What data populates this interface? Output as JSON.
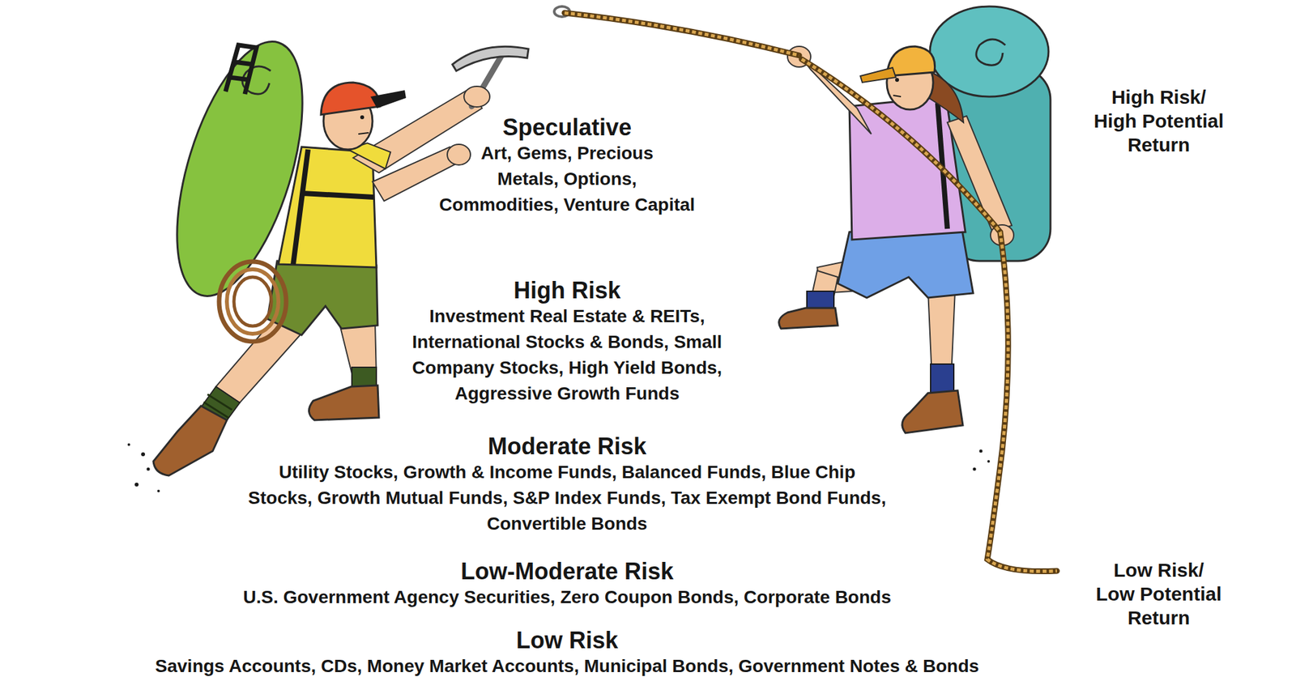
{
  "diagram": {
    "nodes": [
      {
        "text": [
          "Speculative",
          "Art, Gems, Precious Metals, Options, Commodities, Venture Capital"
        ]
      },
      {
        "text": [
          "High Risk",
          "Investment Real Estate & REITs, International Stocks & Bonds, Small Company Stocks, High Yield Bonds, Aggressive Growth Funds"
        ]
      },
      {
        "text": [
          "Moderate Risk",
          "Utility Stocks, Growth & Income Funds, Balanced Funds, Blue Chip Stocks, Growth Mutual Funds, S&P Index Funds, Tax Exempt Bond Funds, Convertible Bonds"
        ]
      },
      {
        "text": [
          "Low-Moderate Risk",
          "U.S. Government Agency Securities, Zero Coupon Bonds, Corporate Bonds"
        ]
      },
      {
        "text": [
          "Low Risk",
          "Savings Accounts, CDs, Money Market Accounts, Municipal Bonds, Government Notes & Bonds"
        ]
      },
      {
        "text": [
          "High Risk/ High Potential Return",
          "Low Risk/ Low Potential Return"
        ]
      }
    ]
  }
}
